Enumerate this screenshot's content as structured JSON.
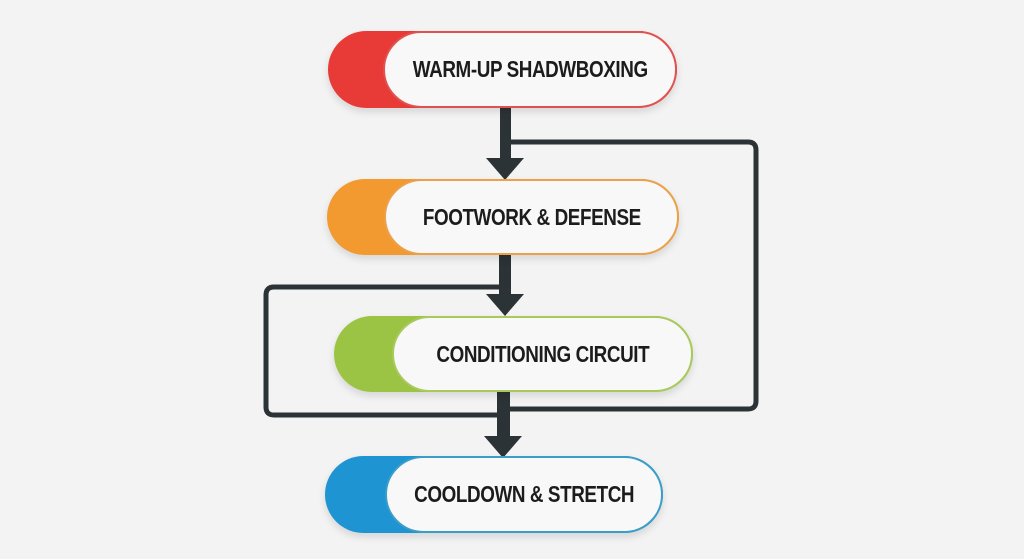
{
  "diagram": {
    "type": "flowchart",
    "colors": {
      "background": "#f3f3f3",
      "connector": "#2c3336",
      "red": "#e83a36",
      "orange": "#f29a30",
      "green": "#9bc445",
      "blue": "#1e94d2"
    },
    "nodes": [
      {
        "id": "warmup",
        "label": "WARM-UP SHADWBOXING",
        "color": "#e83a36"
      },
      {
        "id": "footwork",
        "label": "FOOTWORK & DEFENSE",
        "color": "#f29a30"
      },
      {
        "id": "conditioning",
        "label": "CONDITIONING CIRCUIT",
        "color": "#9bc445"
      },
      {
        "id": "cooldown",
        "label": "COOLDOWN & STRETCH",
        "color": "#1e94d2"
      }
    ],
    "edges": [
      {
        "from": "warmup",
        "to": "footwork",
        "kind": "arrow"
      },
      {
        "from": "footwork",
        "to": "conditioning",
        "kind": "arrow"
      },
      {
        "from": "conditioning",
        "to": "cooldown",
        "kind": "arrow"
      },
      {
        "from": "conditioning",
        "to": "footwork",
        "kind": "loop-right"
      },
      {
        "from": "conditioning",
        "to": "conditioning",
        "kind": "loop-left"
      }
    ]
  }
}
